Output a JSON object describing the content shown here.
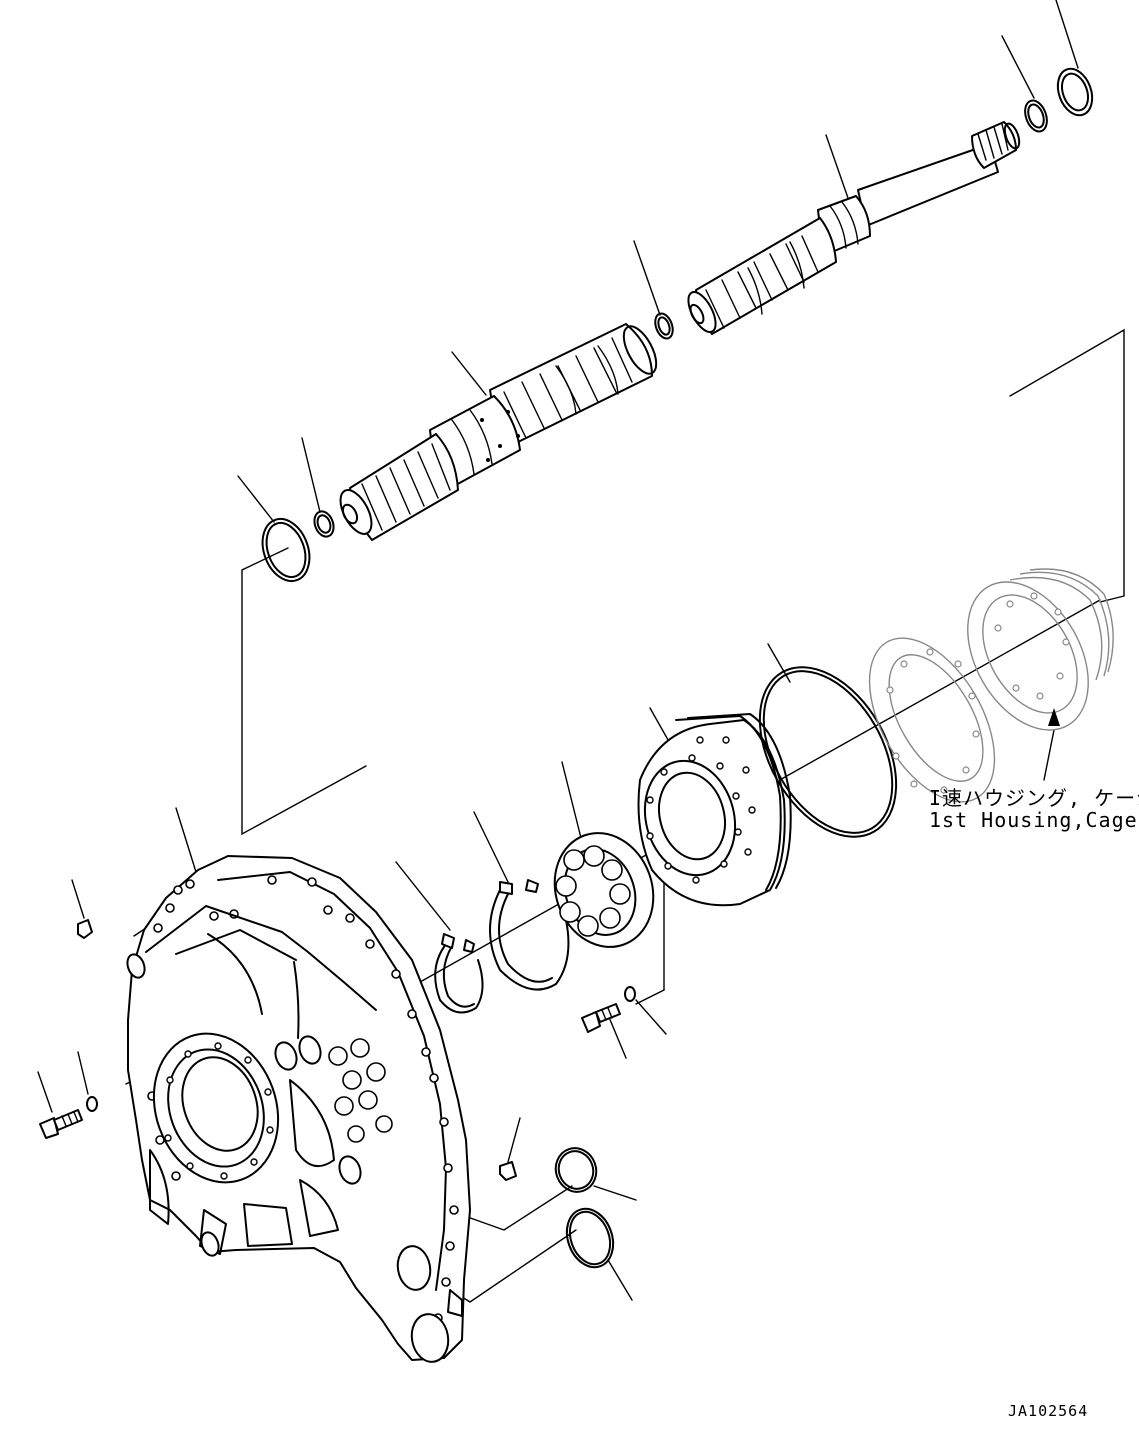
{
  "callout": {
    "label_ja": "I速ハウジング, ケージ",
    "label_en": "1st Housing,Cage"
  },
  "drawing_number": "JA102564"
}
